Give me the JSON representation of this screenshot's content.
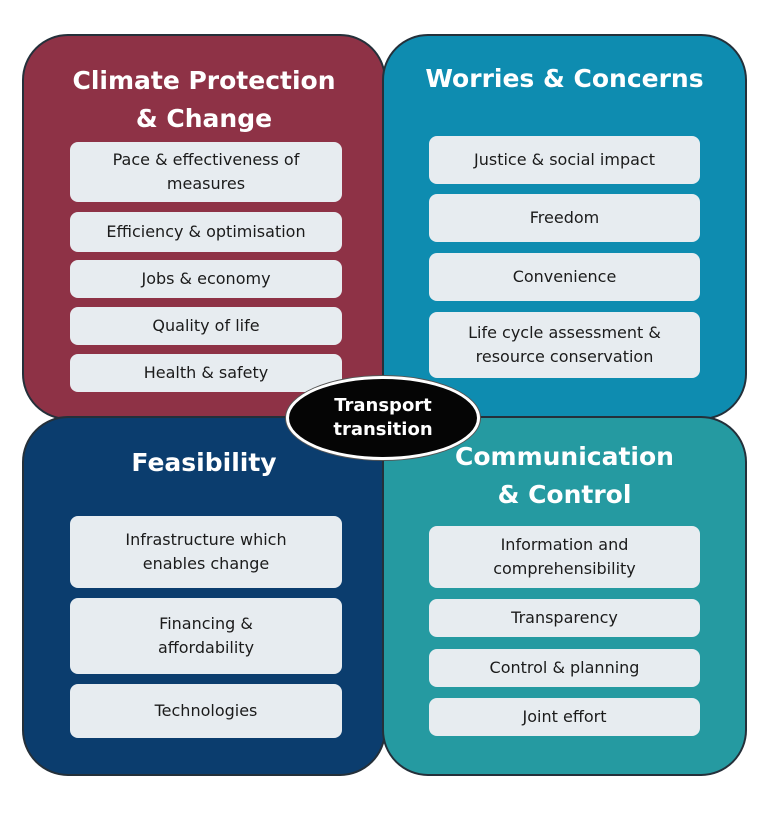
{
  "colors": {
    "climate": "#8e3246",
    "worries": "#0e8cb0",
    "feasibility": "#0b3d6e",
    "communication": "#259aa1",
    "item_background": "#e7ecf0",
    "center": "#050505"
  },
  "center": {
    "label": "Transport\ntransition"
  },
  "quadrants": {
    "climate": {
      "title": "Climate Protection\n& Change",
      "items": [
        "Pace & effectiveness of\nmeasures",
        "Efficiency & optimisation",
        "Jobs & economy",
        "Quality of life",
        "Health & safety"
      ]
    },
    "worries": {
      "title": "Worries & Concerns",
      "items": [
        "Justice & social impact",
        "Freedom",
        "Convenience",
        "Life cycle assessment &\nresource conservation"
      ]
    },
    "feasibility": {
      "title": "Feasibility",
      "items": [
        "Infrastructure which\nenables change",
        "Financing &\naffordability",
        "Technologies"
      ]
    },
    "communication": {
      "title": "Communication\n& Control",
      "items": [
        "Information and\ncomprehensibility",
        "Transparency",
        "Control & planning",
        "Joint effort"
      ]
    }
  }
}
